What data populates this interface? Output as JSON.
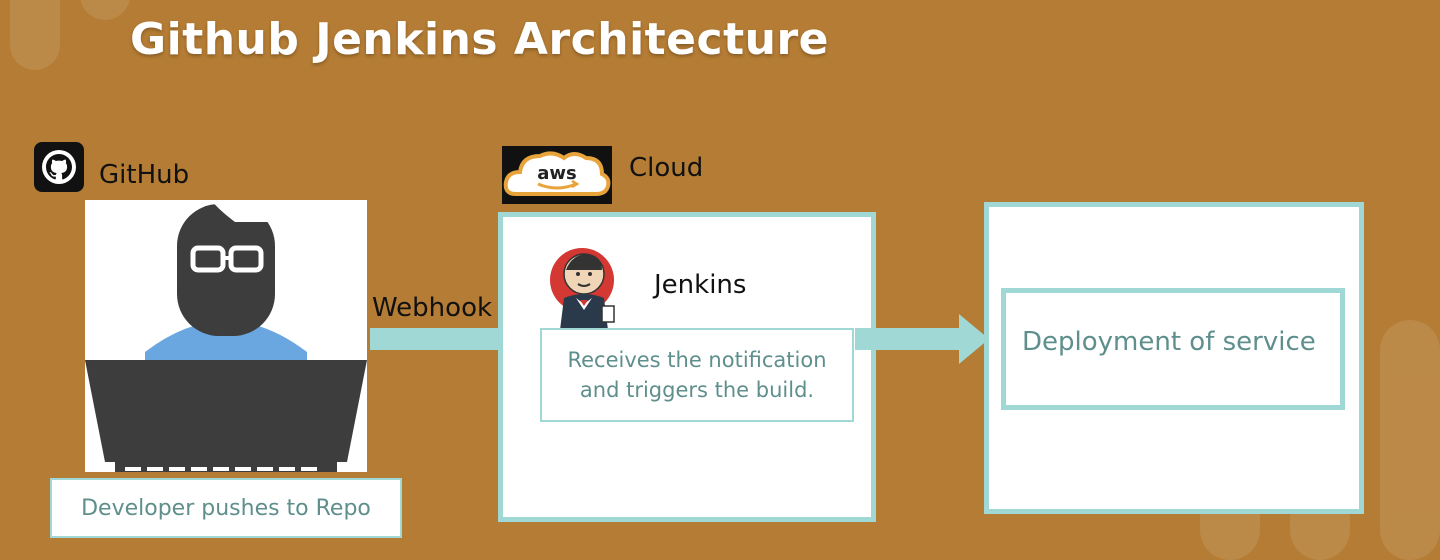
{
  "title": "Github Jenkins Architecture",
  "github": {
    "label": "GitHub",
    "icon": "github-icon"
  },
  "aws": {
    "label": "Cloud",
    "logo_text": "aws",
    "icon": "aws-icon"
  },
  "developer": {
    "caption": "Developer pushes to Repo",
    "icon": "developer-icon"
  },
  "webhook": {
    "label": "Webhook"
  },
  "jenkins": {
    "label": "Jenkins",
    "icon": "jenkins-icon",
    "caption_line1": "Receives the notification",
    "caption_line2": "and triggers the build."
  },
  "deployment": {
    "label": "Deployment of service"
  },
  "colors": {
    "background": "#b47c34",
    "arrow": "#9fd8d4",
    "box_border": "#9fd8d4",
    "caption_text": "#5e8f8c"
  }
}
